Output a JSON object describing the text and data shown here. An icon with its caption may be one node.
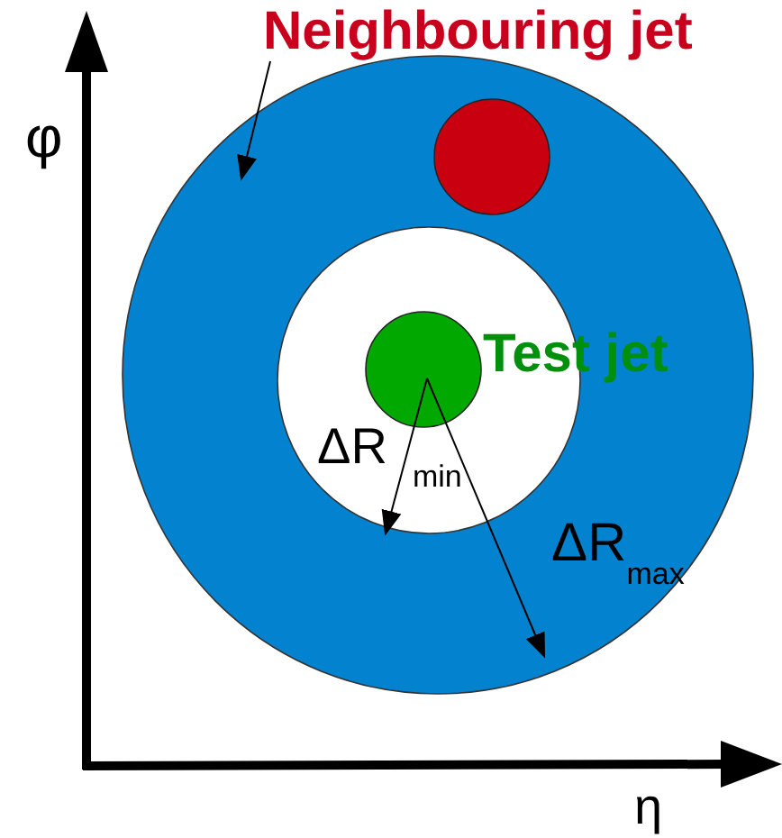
{
  "diagram": {
    "nodes": [
      {
        "text": [
          "Neighbouring jet"
        ]
      },
      {
        "text": [],
        "shape": "circle"
      },
      {
        "text": [],
        "shape": "circle",
        "in": 1
      },
      {
        "text": [],
        "shape": "circle",
        "in": 1,
        "beside": [
          "Test jet"
        ]
      }
    ],
    "edges": [
      {
        "from": 0,
        "to": 1,
        "arrow": "to"
      }
    ],
    "labels": [
      "φ",
      "ΔR$_{min}$",
      "ΔR$_{max}$",
      "η"
    ]
  }
}
